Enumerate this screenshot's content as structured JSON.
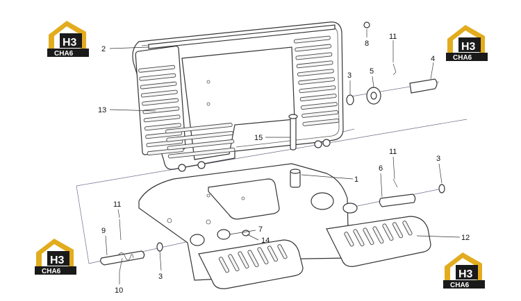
{
  "logo": {
    "mark": "H3",
    "wordmark": "CHA6",
    "colors": {
      "gold": "#e2ac1e",
      "black": "#1a1a1a",
      "white": "#ffffff"
    }
  },
  "callouts": {
    "c1": "1",
    "c2": "2",
    "c3a": "3",
    "c3b": "3",
    "c3c": "3",
    "c4": "4",
    "c5": "5",
    "c6": "6",
    "c7": "7",
    "c8": "8",
    "c9": "9",
    "c10": "10",
    "c11a": "11",
    "c11b": "11",
    "c11c": "11",
    "c12": "12",
    "c13": "13",
    "c14": "14",
    "c15": "15"
  }
}
